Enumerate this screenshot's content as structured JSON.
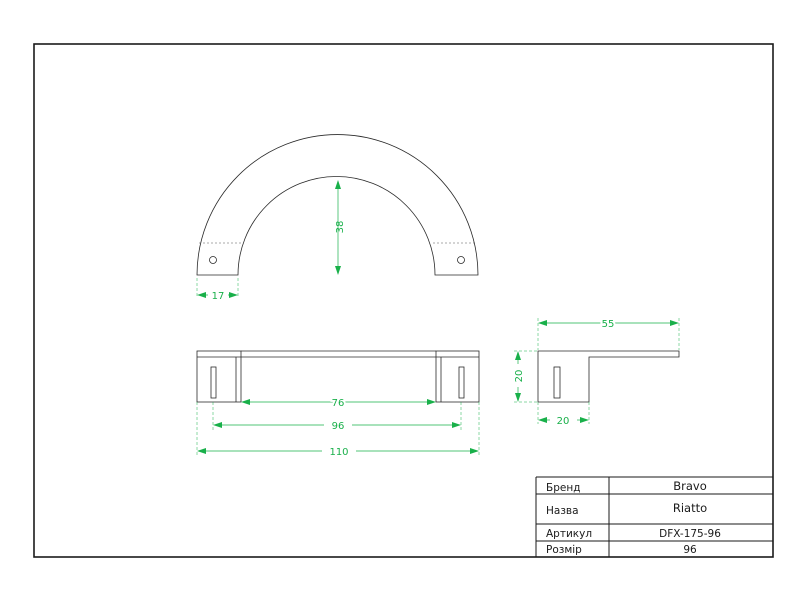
{
  "dimensions": {
    "arc_height": "38",
    "leg_width": "17",
    "inner_span": "76",
    "hole_spacing": "96",
    "overall_length": "110",
    "side_length": "55",
    "side_height": "20",
    "side_base": "20"
  },
  "title_block": {
    "brand_label": "Бренд",
    "brand_value": "Bravo",
    "name_label": "Назва",
    "name_value": "Riatto",
    "article_label": "Артикул",
    "article_value": "DFX-175-96",
    "size_label": "Розмір",
    "size_value": "96"
  },
  "colors": {
    "dimension": "#19b04a",
    "outline": "#1a1a1a"
  }
}
